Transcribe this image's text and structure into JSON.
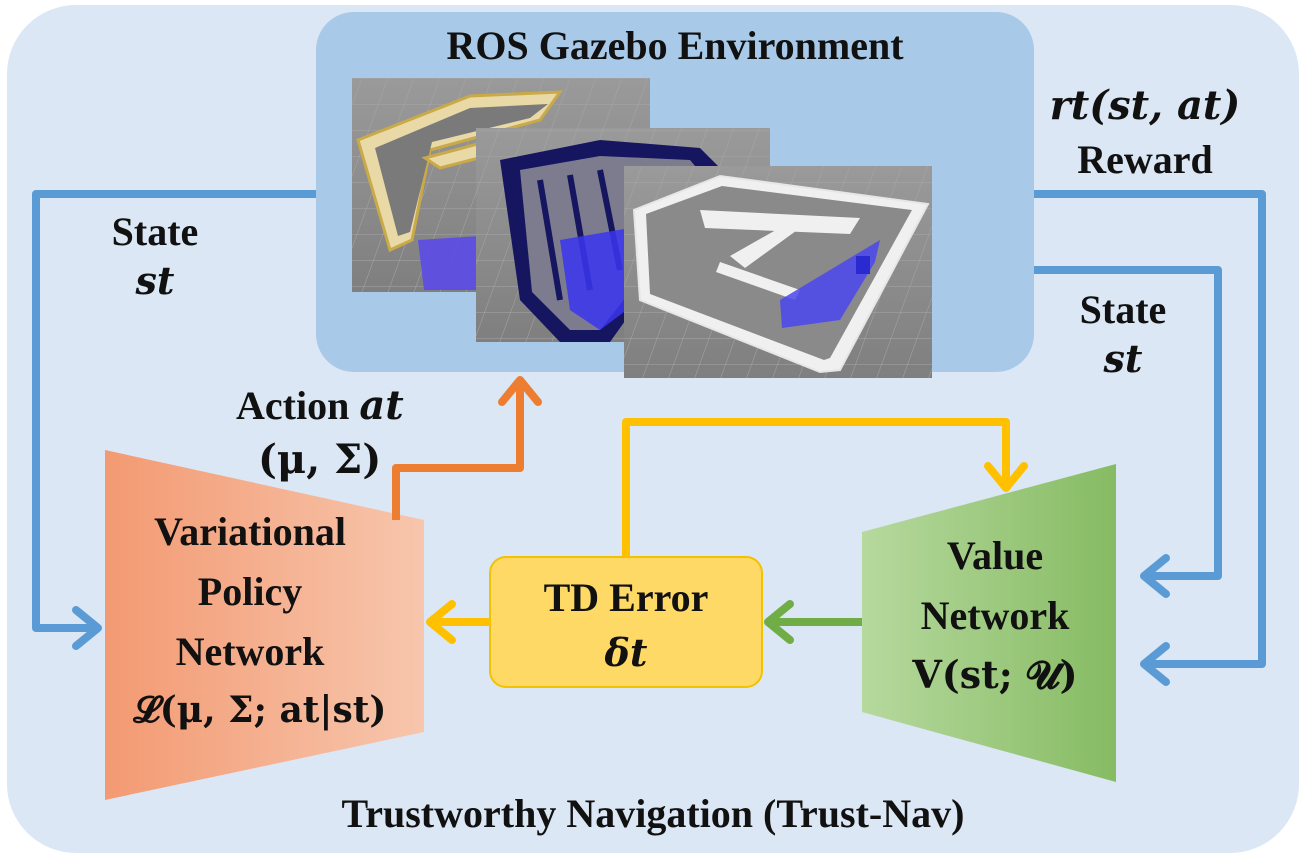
{
  "framework": {
    "title": "Trustworthy Navigation (Trust-Nav)"
  },
  "environment": {
    "title": "ROS Gazebo Environment"
  },
  "policy": {
    "line1": "Variational",
    "line2": "Policy",
    "line3": "Network",
    "formula": "𝓛(μ, Σ; at|st)"
  },
  "value": {
    "line1": "Value",
    "line2": "Network",
    "formula": "V(st; 𝓤)"
  },
  "td": {
    "label": "TD Error",
    "symbol": "δt"
  },
  "edges": {
    "state_left_word": "State",
    "state_left_sym": "st",
    "state_right_word": "State",
    "state_right_sym": "st",
    "reward_formula": "rt(st, at)",
    "reward_word": "Reward",
    "action_word": "Action",
    "action_sym": "at",
    "action_params": "(μ, Σ)"
  },
  "colors": {
    "background_panel": "#dbe7f4",
    "environment_box": "#a9c9e8",
    "state_arrow": "#5b9bd5",
    "action_arrow": "#ed7d31",
    "td_arrow": "#ffc000",
    "value_arrow": "#70ad47",
    "policy_fill": "#f4a582",
    "value_fill": "#a9d18e",
    "td_fill": "#ffd966"
  }
}
